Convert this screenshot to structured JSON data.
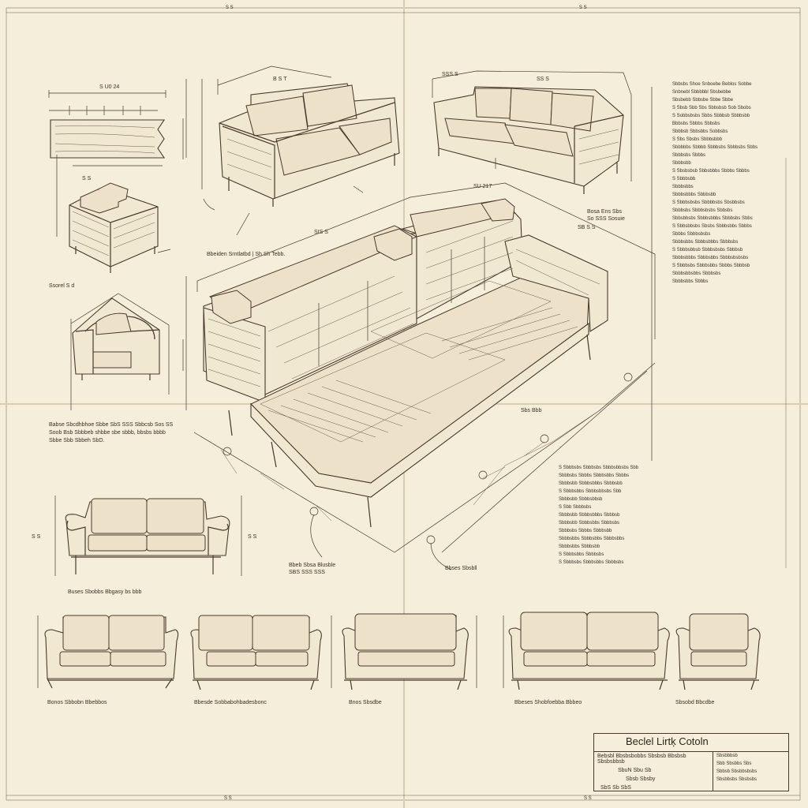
{
  "dims": {
    "plank_width": "S U0 24",
    "sofa_a_top": "B S T",
    "sofa_b_top": "SSS S",
    "sofa_b_right": "SS S",
    "main_top": "SIS S",
    "main_width": "SU 217",
    "main_right": "SB S S",
    "armchair_top": "S S",
    "left_a": "S S",
    "right_s": "S S"
  },
  "labels": {
    "armchair_note": "Bbeiden Srntlatbd | Sh Sh Tebb.",
    "armchair_note2": "Ssorel S d",
    "unit_note": "Bosa Ens Sbs\nSo SSS Sosuie",
    "detail_note": "Bbeb Sbsa Blusble\nSBS SSS SSS",
    "leg_note": "Sbs Bbb",
    "frame_note": "Bbses Sbsbll",
    "loveseat_caption": "Buses Sbobbs Bbgasy bs bbb",
    "para_left": "Babse Sbcdhbhoe Sbbe SbS SSS Sbbcsb Sos SS\nSoob Bsb Sbbbeb shbbe sbe sbbb, bbsbs bbbb\nSbbe Sbb Sbbeh SbD.",
    "row_captions": [
      "Bonos Sbbobn Bbebbos",
      "Bbesde Sobbabohbadesbonc",
      "Bnos Sbsdbe",
      "Bbeses Shobfoebba Bbbeo",
      "Sbsobd Bbcdbe"
    ]
  },
  "spec_right": [
    "Sbbsbs Shoe Snboebe Beblos Sobbe",
    "Snbnebl Sbbbbbl Sbsbebbe",
    "Sbsbebb Sbbsbe Sbbe Sbbe",
    "S Sbsb Sbb Sbs Sbbsbsb Sob Sbobs",
    "S Sobbsbsbs Sbbs Sbbbsb Sbbbsbb",
    "Bbbsbs Sbbbs Sbbsbs",
    "Sbbbsb Sbbsbbs Sobbsbs",
    "S Sbs Sbsbs Sbbbsbbb",
    "Sbbbbbs Sbbbb Sbbbsbs Sbbbsbs Sbbs",
    "Sbbbsbs Sbbbs",
    "Sbbbsbb",
    "S Sbsbsbsb Sbbsbbbs Sbbbs Sbbbs",
    "S Sbbbsbb",
    "Sbbbsbbs",
    "Sbbbsbbbs Sbbbsbb",
    "S Sbbbsbsbs Sbbbbsbs Sbsbbsbs",
    "Sbbbsbs Sbbbsbsbs Sbbsbs",
    "Sbbsbbsbs Sbbbsbbbs Sbbbsbs Sbbs",
    "S Sbbsbbsbs Sbsbs Sbbbsbbs Sbbbs",
    "Sbbbs Sbbbsbsbs",
    "Sbbbsbbs Sbbbsbbbs Sbbbsbs",
    "S Sbbbsbbsb Sbbbsbsbs Sbbbsb",
    "Sbbbsbbbs Sbbbsbbs Sbbbsbsbsbs",
    "S Sbbbsbs Sbbbsbbs Sbbbs Sbbbsb",
    "Sbbbsbbsbbs Sbbbsbs",
    "Sbbbsbbs Sbbbs"
  ],
  "spec_mid": [
    "S Sbbbsbs Sbbbsbs Sbbbsbbsbs Sbb",
    "Sbbbsbs Sbbbs Sbbbsbbs Sbbbs",
    "Sbbbsbb Sbbbsbbbs Sbbbsbb",
    "S Sbbbsbbs Sbbbsbbsbs Sbb",
    "Sbbbsbb Sbbbsbbsb",
    "S Sbb Sbbbsbs",
    "Sbbbsbb Sbbbsbbbs Sbbbsb",
    "Sbbbsbb Sbbbsbbs Sbbbsbs",
    "Sbbbsbs Sbbbs Sbbbsbb",
    "Sbbbsbbs Sbbbsbbs Sbbbsbbs",
    "Sbbbsbbs Sbbbsbb",
    "S Sbbbsbbs Sbbbsbs",
    "S Sbbbsbs Sbbbsbbs Sbbbsbs"
  ],
  "title_block": {
    "title": "Beclel Lirtķ Cotoln",
    "row1": "Bebsbl Bbsbsbobbs Sbsbsb Bbsbsb Sbsbsbbsb",
    "row2": "SbuN   Sbu Sb",
    "row3": "Sbsb  Sbsby",
    "row4": "SbS   Sb   SbS",
    "side1": "Sbsbbbsb",
    "side2": "Sbb Sbsbbs Sbs",
    "side3": "Sbbsb Sbsbbsbsbs",
    "side4": "Sbsbbsbs Sbsbsbs"
  },
  "margin_marks": {
    "top_left": "S S",
    "top_right": "S S",
    "bottom_left": "S S",
    "bottom_right": "S S"
  }
}
